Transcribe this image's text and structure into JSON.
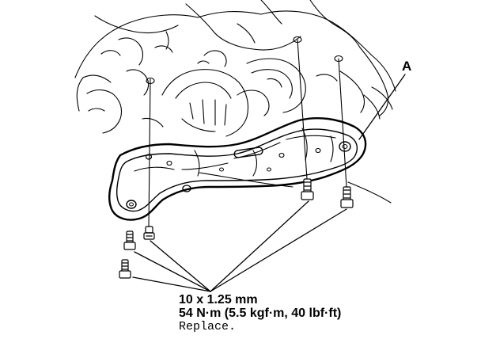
{
  "diagram": {
    "part_label": "A",
    "callout": {
      "size": "10 x 1.25 mm",
      "torque": "54 N·m (5.5 kgf·m, 40 lbf·ft)",
      "note": "Replace."
    }
  }
}
